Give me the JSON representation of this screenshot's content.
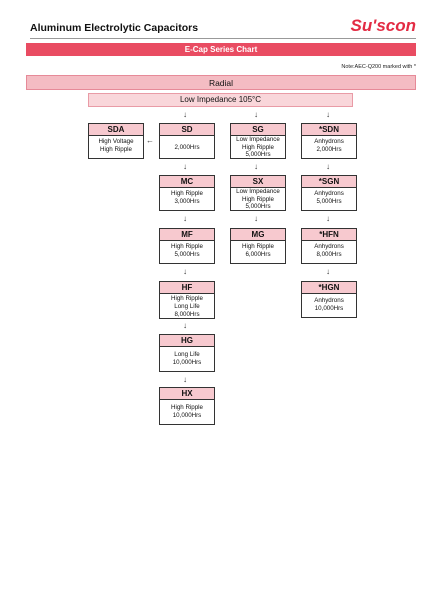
{
  "header": {
    "doc_title": "Aluminum Electrolytic Capacitors",
    "brand": "Su'scon",
    "banner": "E-Cap Series Chart",
    "note": "Note:AEC-Q200 marked with *",
    "section": "Radial",
    "subhead": "Low Impedance 105°C"
  },
  "boxes": {
    "sda": {
      "name": "SDA",
      "l1": "High Voltage",
      "l2": "High Ripple",
      "l3": ""
    },
    "sd": {
      "name": "SD",
      "l1": "2,000Hrs",
      "l2": "",
      "l3": ""
    },
    "sg": {
      "name": "SG",
      "l1": "Low Impedance",
      "l2": "High Ripple",
      "l3": "5,000Hrs"
    },
    "sdn": {
      "name": "*SDN",
      "l1": "Anhydrons",
      "l2": "2,000Hrs",
      "l3": ""
    },
    "mc": {
      "name": "MC",
      "l1": "High Ripple",
      "l2": "3,000Hrs",
      "l3": ""
    },
    "sx": {
      "name": "SX",
      "l1": "Low Impedance",
      "l2": "High Ripple",
      "l3": "5,000Hrs"
    },
    "sgn": {
      "name": "*SGN",
      "l1": "Anhydrons",
      "l2": "5,000Hrs",
      "l3": ""
    },
    "mf": {
      "name": "MF",
      "l1": "High Ripple",
      "l2": "5,000Hrs",
      "l3": ""
    },
    "mg": {
      "name": "MG",
      "l1": "High Ripple",
      "l2": "6,000Hrs",
      "l3": ""
    },
    "hfn": {
      "name": "*HFN",
      "l1": "Anhydrons",
      "l2": "8,000Hrs",
      "l3": ""
    },
    "hf": {
      "name": "HF",
      "l1": "High Ripple",
      "l2": "Long Life",
      "l3": "8,000Hrs"
    },
    "hgn": {
      "name": "*HGN",
      "l1": "Anhydrons",
      "l2": "10,000Hrs",
      "l3": ""
    },
    "hg": {
      "name": "HG",
      "l1": "Long Life",
      "l2": "10,000Hrs",
      "l3": ""
    },
    "hx": {
      "name": "HX",
      "l1": "High Ripple",
      "l2": "10,000Hrs",
      "l3": ""
    }
  },
  "arrow_down": "↓",
  "arrow_left": "←"
}
